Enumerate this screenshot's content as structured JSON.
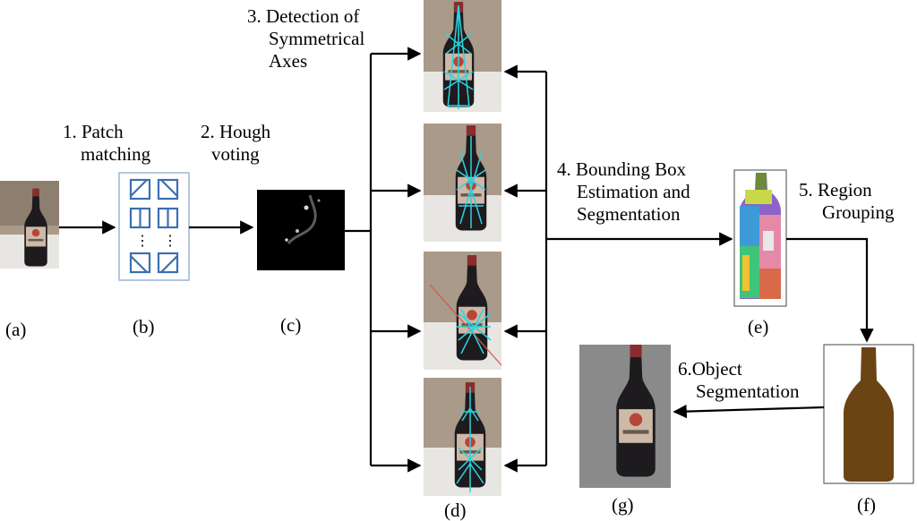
{
  "steps": {
    "s1": [
      "1. Patch",
      "matching"
    ],
    "s2": [
      "2. Hough",
      "voting"
    ],
    "s3": [
      "3. Detection of",
      "Symmetrical",
      "Axes"
    ],
    "s4": [
      "4. Bounding Box",
      "Estimation and",
      "Segmentation"
    ],
    "s5": [
      "5. Region",
      "Grouping"
    ],
    "s6": [
      "6.Object",
      "Segmentation"
    ]
  },
  "figure_labels": {
    "a": "(a)",
    "b": "(b)",
    "c": "(c)",
    "d": "(d)",
    "e": "(e)",
    "f": "(f)",
    "g": "(g)"
  },
  "patch_panel": {
    "dots": [
      "⋮",
      "⋮"
    ]
  },
  "colors": {
    "arrow": "#000000",
    "panel_border": "#9bb4d6",
    "patch_icon": "#3b6fb0",
    "axis_lines": "#2ad4e0",
    "axis_red": "#d9534f",
    "bottle": "#1e1b1f",
    "bottle_label": "#cdb9a8",
    "photo_bg": "#a99a89",
    "table": "#e8e6e2",
    "mask_brown": "#6b4413",
    "gray_bg": "#8a8a8a",
    "hough_bg": "#000000"
  }
}
